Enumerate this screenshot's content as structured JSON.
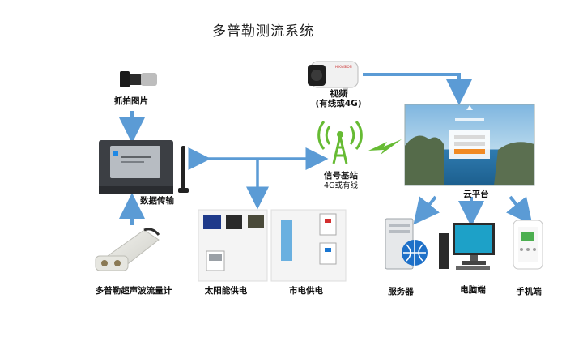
{
  "title": "多普勒测流系统",
  "labels": {
    "camera_top": "抓拍图片",
    "video_line1": "视频",
    "video_line2": "(有线或4G)",
    "rtu": "数据传输",
    "signal_line1": "信号基站",
    "signal_line2": "4G或有线",
    "cloud": "云平台",
    "sensor": "多普勒超声波流量计",
    "solar": "太阳能供电",
    "mains": "市电供电",
    "server": "服务器",
    "computer": "电脑端",
    "phone": "手机端"
  },
  "colors": {
    "arrow": "#5b9bd5",
    "signal": "#66bb33"
  }
}
